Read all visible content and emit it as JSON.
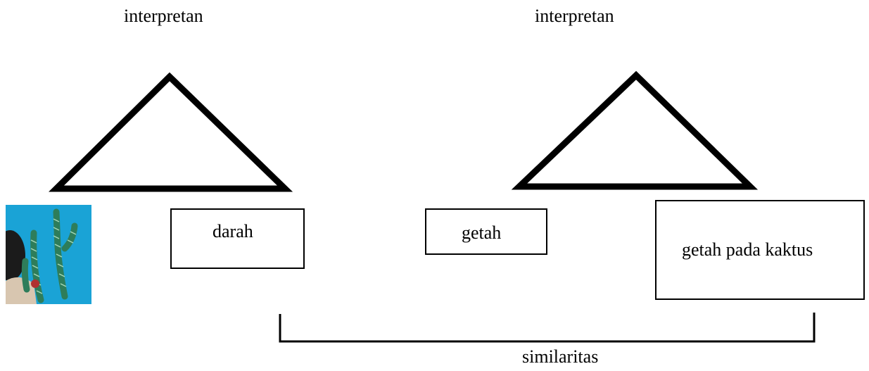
{
  "labels": {
    "interpretant_left": "interpretan",
    "interpretant_right": "interpretan",
    "similarity": "similaritas"
  },
  "boxes": {
    "darah": "darah",
    "getah": "getah",
    "getah_kaktus": "getah pada kaktus"
  },
  "photo": {
    "icon": "cactus-photo",
    "background_color": "#1aa3d6",
    "cactus_color": "#2e7d5a"
  },
  "colors": {
    "stroke": "#000000",
    "background": "#ffffff"
  }
}
